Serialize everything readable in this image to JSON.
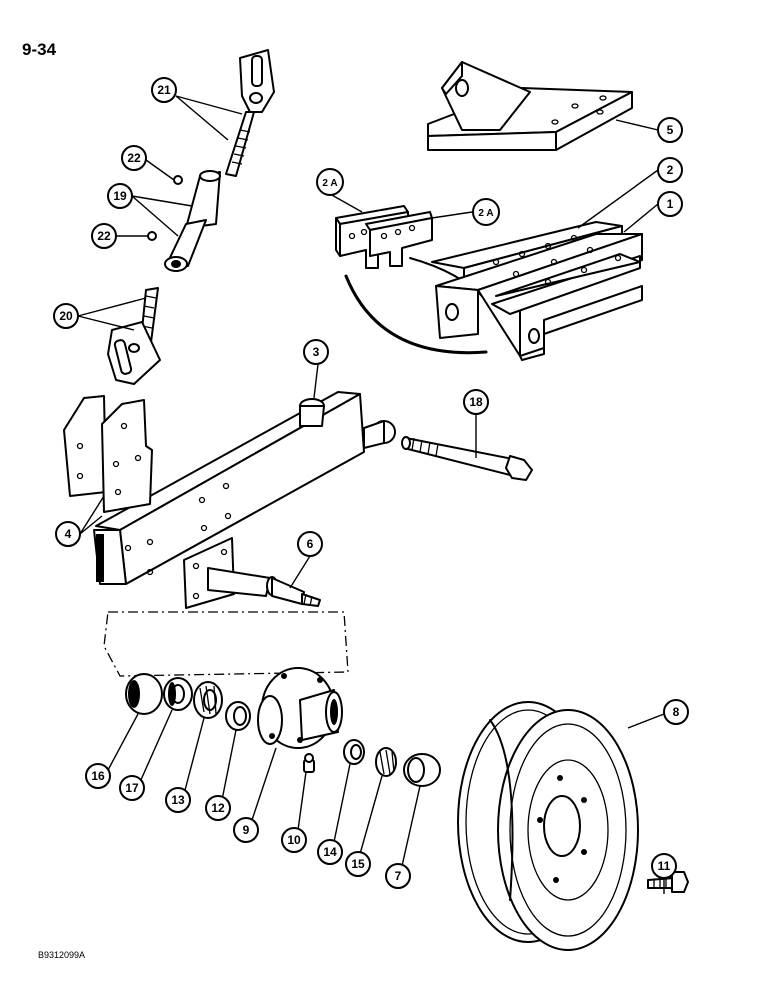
{
  "page_number": "9-34",
  "figure_code": "B9312099A",
  "callouts": [
    {
      "id": "c5",
      "label": "5"
    },
    {
      "id": "c2",
      "label": "2"
    },
    {
      "id": "c1",
      "label": "1"
    },
    {
      "id": "c2a-left",
      "label": "2 A"
    },
    {
      "id": "c2a-right",
      "label": "2 A"
    },
    {
      "id": "c21",
      "label": "21"
    },
    {
      "id": "c22-top",
      "label": "22"
    },
    {
      "id": "c19",
      "label": "19"
    },
    {
      "id": "c22-bottom",
      "label": "22"
    },
    {
      "id": "c20",
      "label": "20"
    },
    {
      "id": "c3",
      "label": "3"
    },
    {
      "id": "c18",
      "label": "18"
    },
    {
      "id": "c4",
      "label": "4"
    },
    {
      "id": "c6",
      "label": "6"
    },
    {
      "id": "c8",
      "label": "8"
    },
    {
      "id": "c16",
      "label": "16"
    },
    {
      "id": "c17",
      "label": "17"
    },
    {
      "id": "c13",
      "label": "13"
    },
    {
      "id": "c12",
      "label": "12"
    },
    {
      "id": "c9",
      "label": "9"
    },
    {
      "id": "c10",
      "label": "10"
    },
    {
      "id": "c14",
      "label": "14"
    },
    {
      "id": "c15",
      "label": "15"
    },
    {
      "id": "c7",
      "label": "7"
    },
    {
      "id": "c11",
      "label": "11"
    }
  ]
}
